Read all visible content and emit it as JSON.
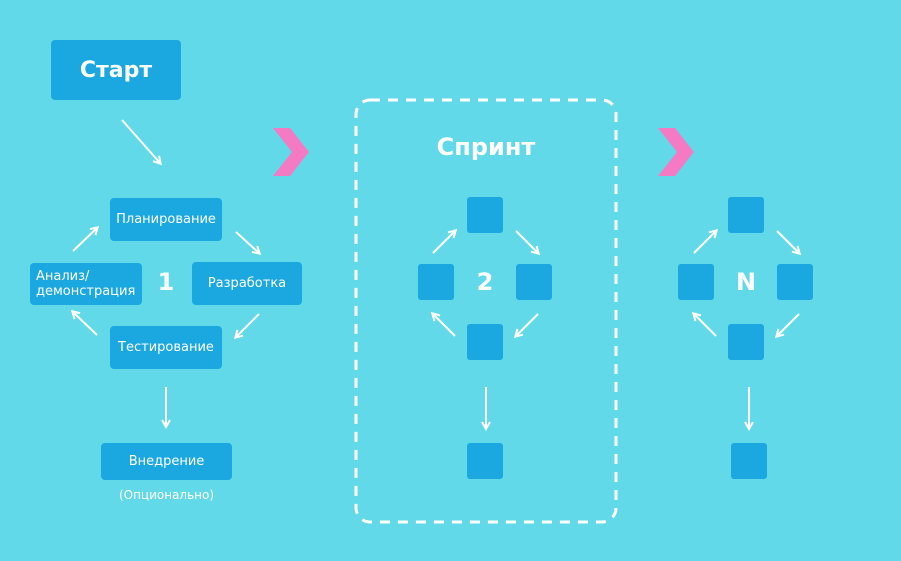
{
  "start": "Старт",
  "iteration1": {
    "number": "1",
    "planning": "Планирование",
    "development": "Разработка",
    "testing": "Тестирование",
    "analysis": "Анализ/\nдемонстрация",
    "deployment": "Внедрение",
    "optional_note": "(Опционально)"
  },
  "sprint": {
    "title": "Спринт",
    "number": "2"
  },
  "iterationN": {
    "number": "N"
  },
  "colors": {
    "background": "#62d9e8",
    "box": "#1ba8e0",
    "chevron": "#f47ac3",
    "arrow": "#ffffff"
  }
}
